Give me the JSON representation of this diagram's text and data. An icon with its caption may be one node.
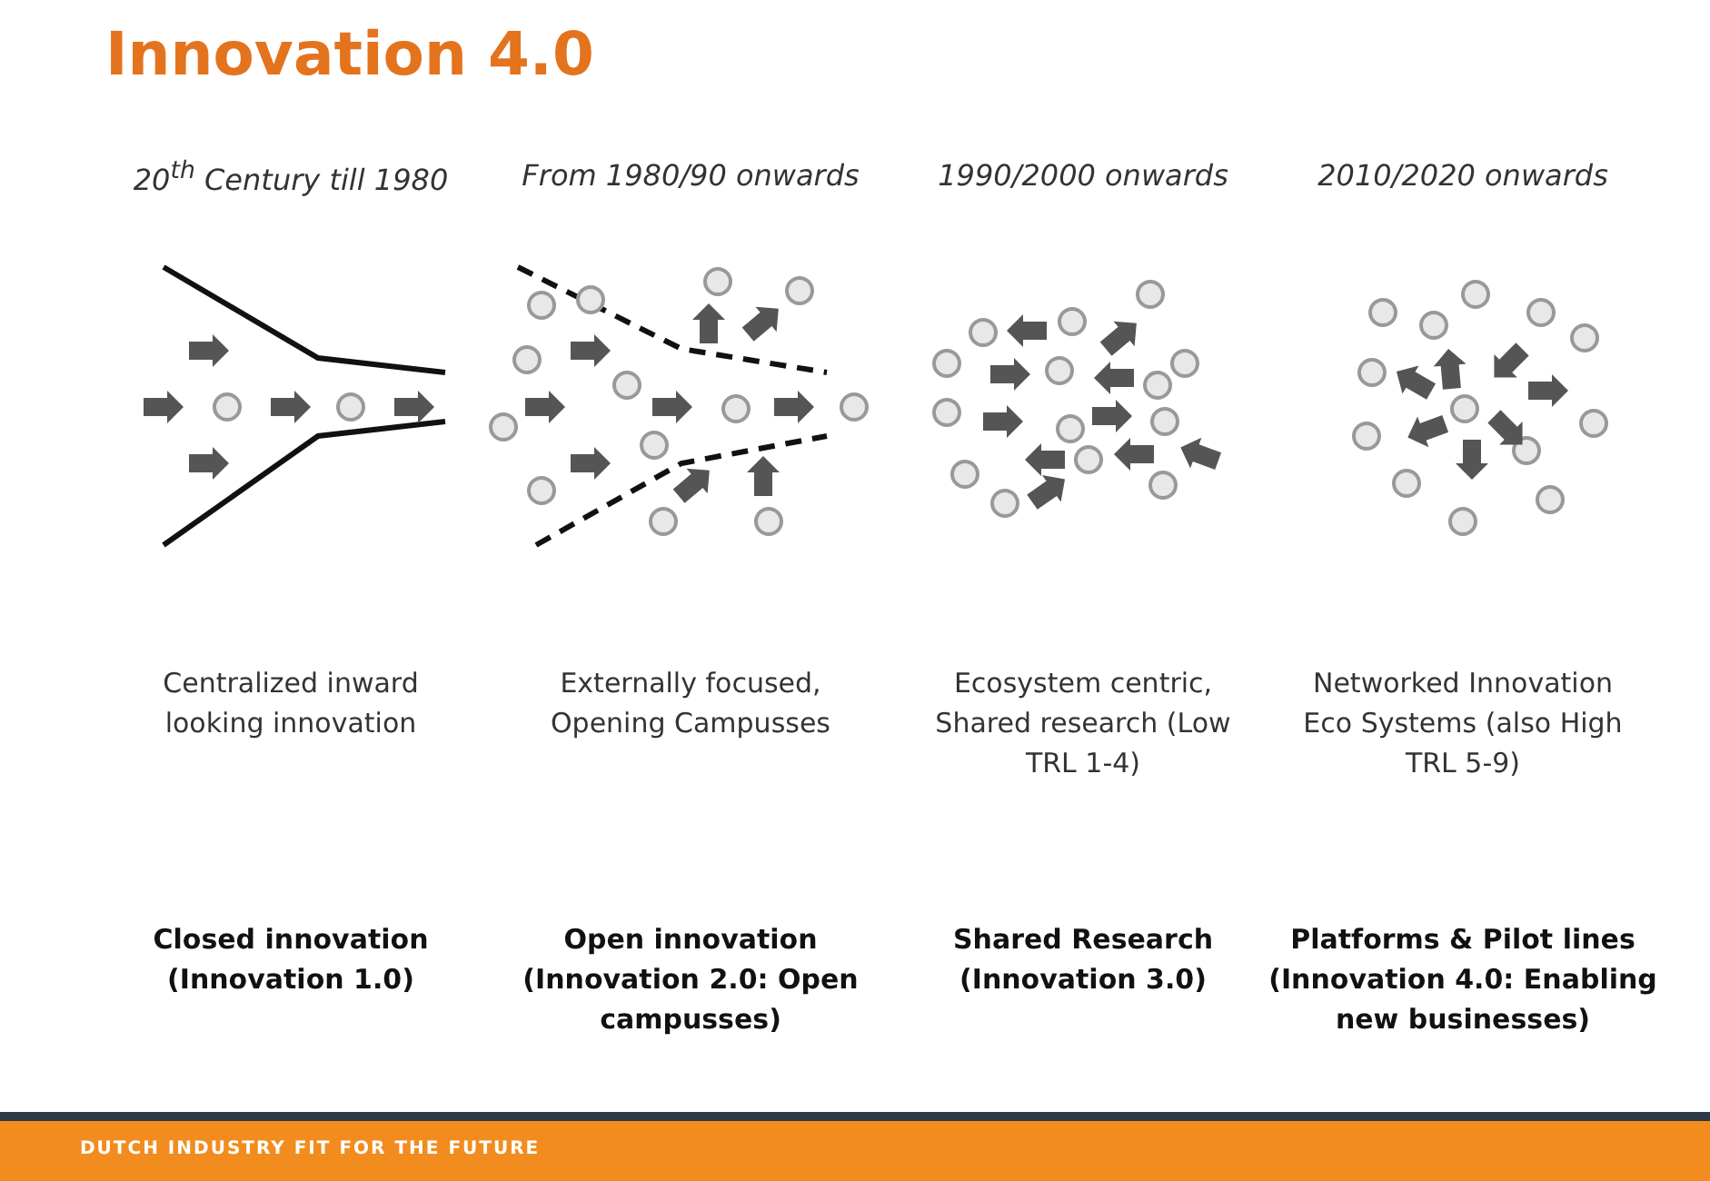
{
  "diagram": {
    "title": "Innovation 4.0",
    "labels": [
      "20$^{th}$ Century till 1980",
      "From 1980/90 onwards",
      "1990/2000 onwards",
      "2010/2020  onwards",
      "Centralized inward looking innovation",
      "Externally focused, Opening Campusses",
      "Ecosystem centric, Shared research (Low TRL 1-4)",
      "Networked Innovation Eco Systems (also High TRL 5-9)",
      "Closed innovation (Innovation 1.0)",
      "Open innovation (Innovation 2.0: Open campusses)",
      "Shared Research (Innovation 3.0)",
      "Platforms & Pilot lines (Innovation 4.0: Enabling new businesses)",
      "DUTCH INDUSTRY FIT FOR THE FUTURE"
    ]
  }
}
